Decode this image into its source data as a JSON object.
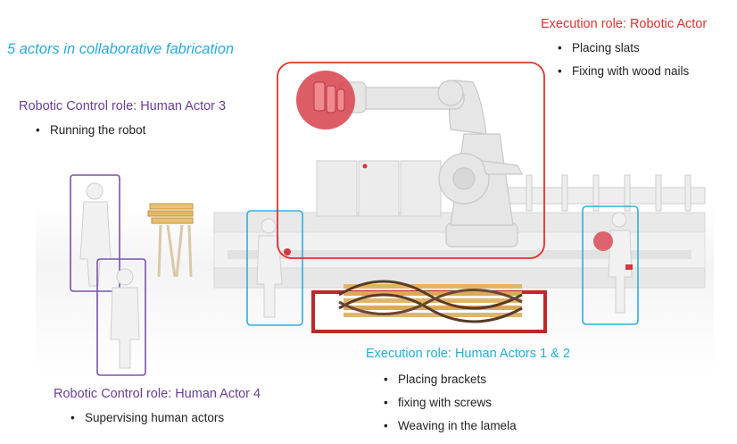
{
  "title": "5 actors in collaborative fabrication",
  "robotic_actor": {
    "role": "Execution role: Robotic Actor",
    "items": [
      "Placing slats",
      "Fixing with wood nails"
    ]
  },
  "human_actor_3": {
    "role": "Robotic Control role: Human Actor 3",
    "items": [
      "Running the robot"
    ]
  },
  "human_actors_1_2": {
    "role": "Execution role: Human Actors 1 & 2",
    "items": [
      "Placing brackets",
      "fixing with screws",
      "Weaving in the lamela"
    ]
  },
  "human_actor_4": {
    "role": "Robotic Control role: Human Actor 4",
    "items": [
      "Supervising human actors"
    ]
  },
  "colors": {
    "title": "#29a9df",
    "robotic": "#e0322f",
    "control": "#6a3d9a",
    "execution_human": "#1fb0de",
    "floor": "#f2f2f2"
  }
}
